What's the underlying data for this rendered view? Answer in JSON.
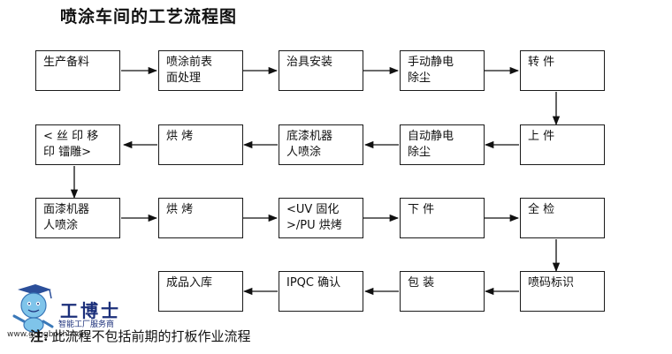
{
  "title": "喷涂车间的工艺流程图",
  "steps": [
    {
      "label": "生产备料"
    },
    {
      "label": "喷涂前表\n面处理"
    },
    {
      "label": "治具安装"
    },
    {
      "label": "手动静电\n除尘"
    },
    {
      "label": "转 件"
    },
    {
      "label": "上 件"
    },
    {
      "label": "自动静电\n除尘"
    },
    {
      "label": "底漆机器\n人喷涂"
    },
    {
      "label": "烘 烤"
    },
    {
      "label": "< 丝 印 移\n印 镭雕>"
    },
    {
      "label": "面漆机器\n人喷涂"
    },
    {
      "label": "烘 烤"
    },
    {
      "label": "<UV 固化\n>/PU 烘烤"
    },
    {
      "label": "下 件"
    },
    {
      "label": "全 检"
    },
    {
      "label": "喷码标识"
    },
    {
      "label": "包 装"
    },
    {
      "label": "IPQC 确认"
    },
    {
      "label": "成品入库"
    }
  ],
  "note": {
    "prefix": "注:",
    "text": "此流程不包括前期的打板作业流程"
  },
  "logo": {
    "brand": "工博士",
    "tagline": "智能工厂服务商",
    "url": "www.gongboshi.com"
  }
}
